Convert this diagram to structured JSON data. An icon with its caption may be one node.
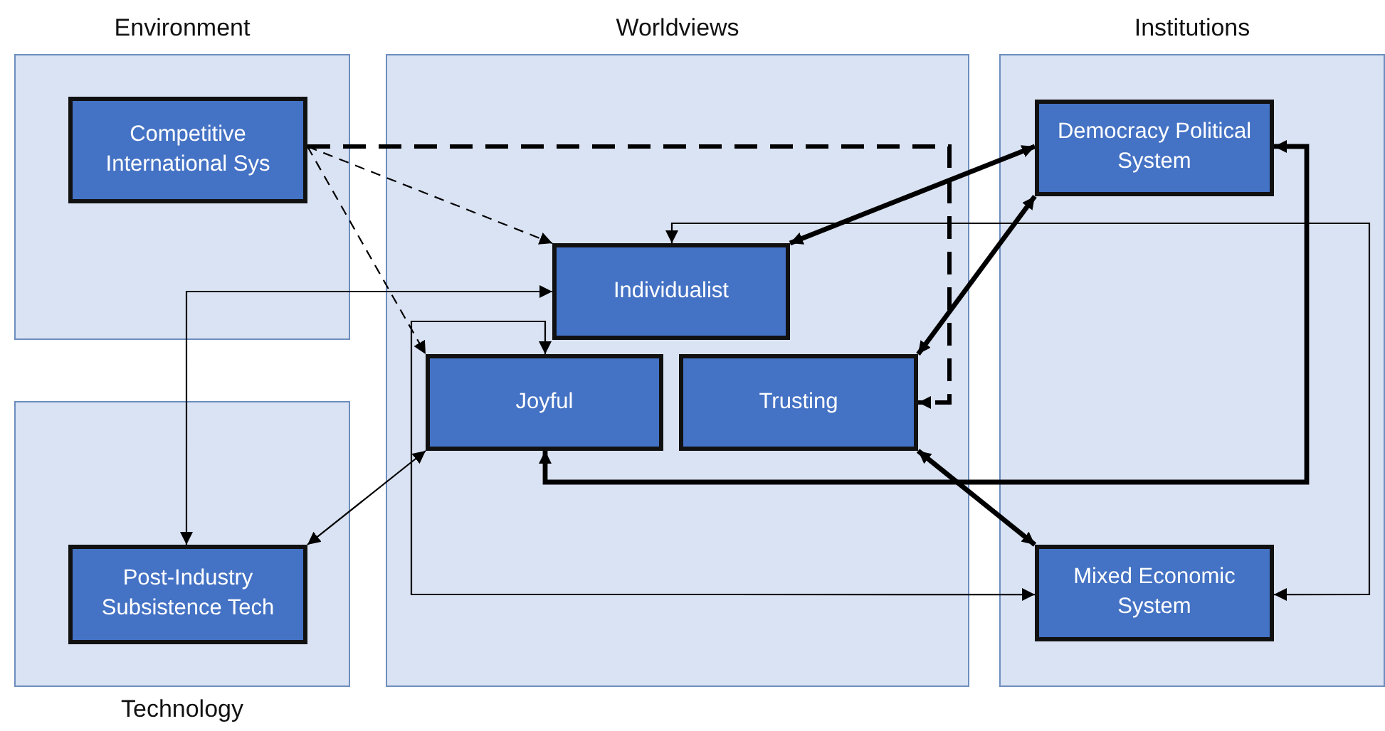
{
  "diagram": {
    "nodes": [
      {
        "text": [
          "Environment"
        ]
      },
      {
        "text": [
          "Competitive International Sys"
        ],
        "in": 0
      },
      {
        "text": [
          "Technology"
        ]
      },
      {
        "text": [
          "Post-Industry Subsistence Tech"
        ],
        "in": 2
      },
      {
        "text": [
          "Worldviews"
        ]
      },
      {
        "text": [
          "Individualist"
        ],
        "in": 4
      },
      {
        "text": [
          "Joyful"
        ],
        "in": 4
      },
      {
        "text": [
          "Trusting"
        ],
        "in": 4
      },
      {
        "text": [
          "Institutions"
        ]
      },
      {
        "text": [
          "Democracy Political System"
        ],
        "in": 8
      },
      {
        "text": [
          "Mixed Economic System"
        ],
        "in": 8
      }
    ],
    "edges": [
      {
        "from": 1,
        "to": 5,
        "arrow": "to",
        "style": "dashed"
      },
      {
        "from": 1,
        "to": 6,
        "arrow": "to",
        "style": "dashed"
      },
      {
        "from": 1,
        "to": 7,
        "arrow": "to",
        "style": "dashed"
      },
      {
        "from": 5,
        "to": 3,
        "arrow": "both"
      },
      {
        "from": 6,
        "to": 3,
        "arrow": "both"
      },
      {
        "from": 6,
        "to": 10,
        "arrow": "both"
      },
      {
        "from": 5,
        "to": 10,
        "arrow": "both"
      },
      {
        "from": 6,
        "to": 9,
        "arrow": "both",
        "style": "thick"
      },
      {
        "from": 5,
        "to": 9,
        "arrow": "both",
        "style": "thick"
      },
      {
        "from": 7,
        "to": 9,
        "arrow": "both",
        "style": "thick"
      },
      {
        "from": 7,
        "to": 10,
        "arrow": "both",
        "style": "thick"
      }
    ]
  }
}
